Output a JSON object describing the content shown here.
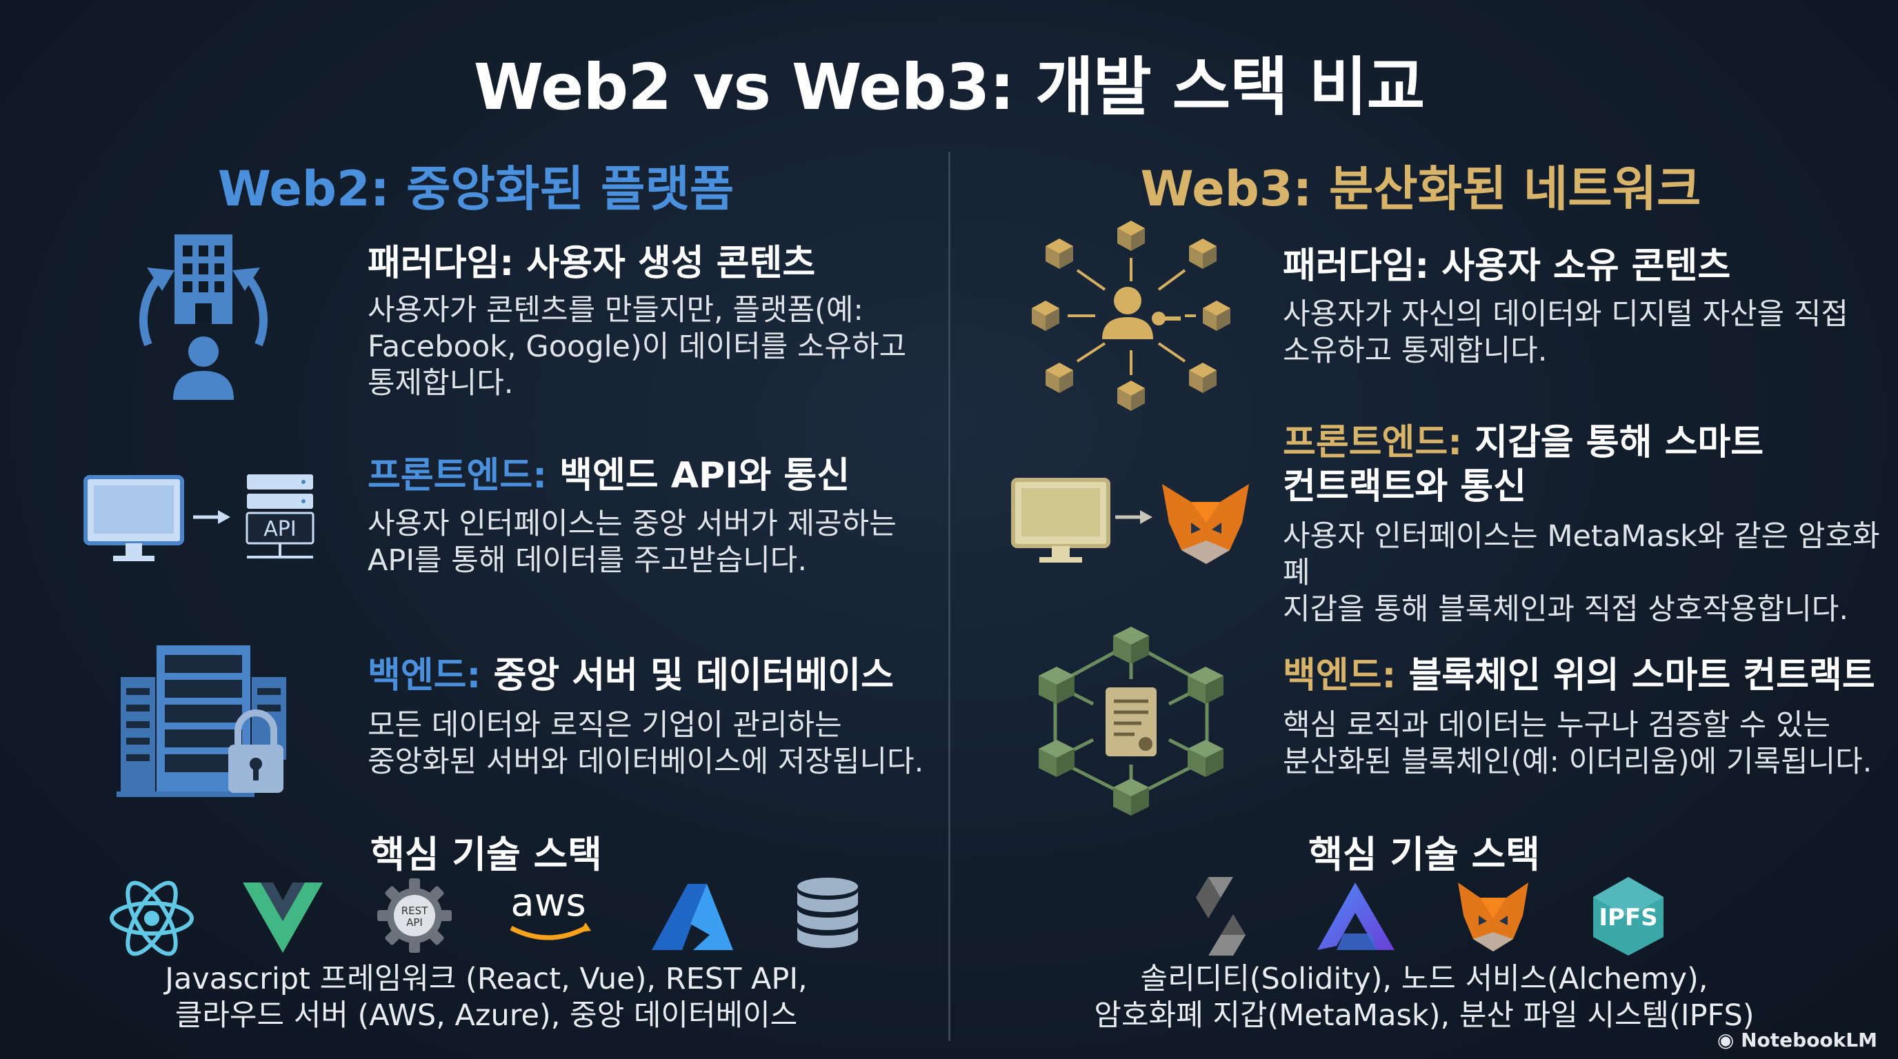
{
  "title": "Web2 vs Web3: 개발 스택 비교",
  "web2": {
    "heading": "Web2: 중앙화된 플랫폼",
    "paradigm": {
      "label": "패러다임:",
      "title": "사용자 생성 콘텐츠",
      "lines": [
        "사용자가 콘텐츠를 만들지만, 플랫폼(예:",
        "Facebook, Google)이 데이터를 소유하고",
        "통제합니다."
      ]
    },
    "frontend": {
      "label": "프론트엔드:",
      "title": "백엔드 API와 통신",
      "lines": [
        "사용자 인터페이스는 중앙 서버가 제공하는",
        "API를 통해 데이터를 주고받습니다."
      ],
      "icon_text": "API"
    },
    "backend": {
      "label": "백엔드:",
      "title": "중앙 서버 및 데이터베이스",
      "lines": [
        "모든 데이터와 로직은 기업이 관리하는",
        "중앙화된 서버와 데이터베이스에 저장됩니다."
      ]
    },
    "stack": {
      "title": "핵심 기술 스택",
      "caption": [
        "Javascript 프레임워크 (React, Vue), REST API,",
        "클라우드 서버 (AWS, Azure), 중앙 데이터베이스"
      ],
      "icons": [
        "react-logo",
        "vue-logo",
        "rest-api-gear",
        "aws-logo",
        "azure-logo",
        "database"
      ],
      "rest_label_1": "REST",
      "rest_label_2": "API",
      "aws_label": "aws"
    }
  },
  "web3": {
    "heading": "Web3: 분산화된 네트워크",
    "paradigm": {
      "label": "패러다임:",
      "title": "사용자 소유 콘텐츠",
      "lines": [
        "사용자가 자신의 데이터와 디지털 자산을 직접",
        "소유하고 통제합니다."
      ]
    },
    "frontend": {
      "label": "프론트엔드:",
      "title_line1": "지갑을 통해 스마트",
      "title_line2": "컨트랙트와 통신",
      "lines": [
        "사용자 인터페이스는 MetaMask와 같은 암호화폐",
        "지갑을 통해 블록체인과 직접 상호작용합니다."
      ]
    },
    "backend": {
      "label": "백엔드:",
      "title": "블록체인 위의 스마트 컨트랙트",
      "lines": [
        "핵심 로직과 데이터는 누구나 검증할 수 있는",
        "분산화된 블록체인(예: 이더리움)에 기록됩니다."
      ]
    },
    "stack": {
      "title": "핵심 기술 스택",
      "caption": [
        "솔리디티(Solidity), 노드 서비스(Alchemy),",
        "암호화폐 지갑(MetaMask), 분산 파일 시스템(IPFS)"
      ],
      "icons": [
        "solidity-logo",
        "alchemy-logo",
        "metamask-logo",
        "ipfs-logo"
      ],
      "ipfs_label": "IPFS"
    }
  },
  "brand": "NotebookLM",
  "colors": {
    "web2_accent": "#4a90dc",
    "web3_accent": "#d8b36a",
    "background": "#121d2b"
  }
}
